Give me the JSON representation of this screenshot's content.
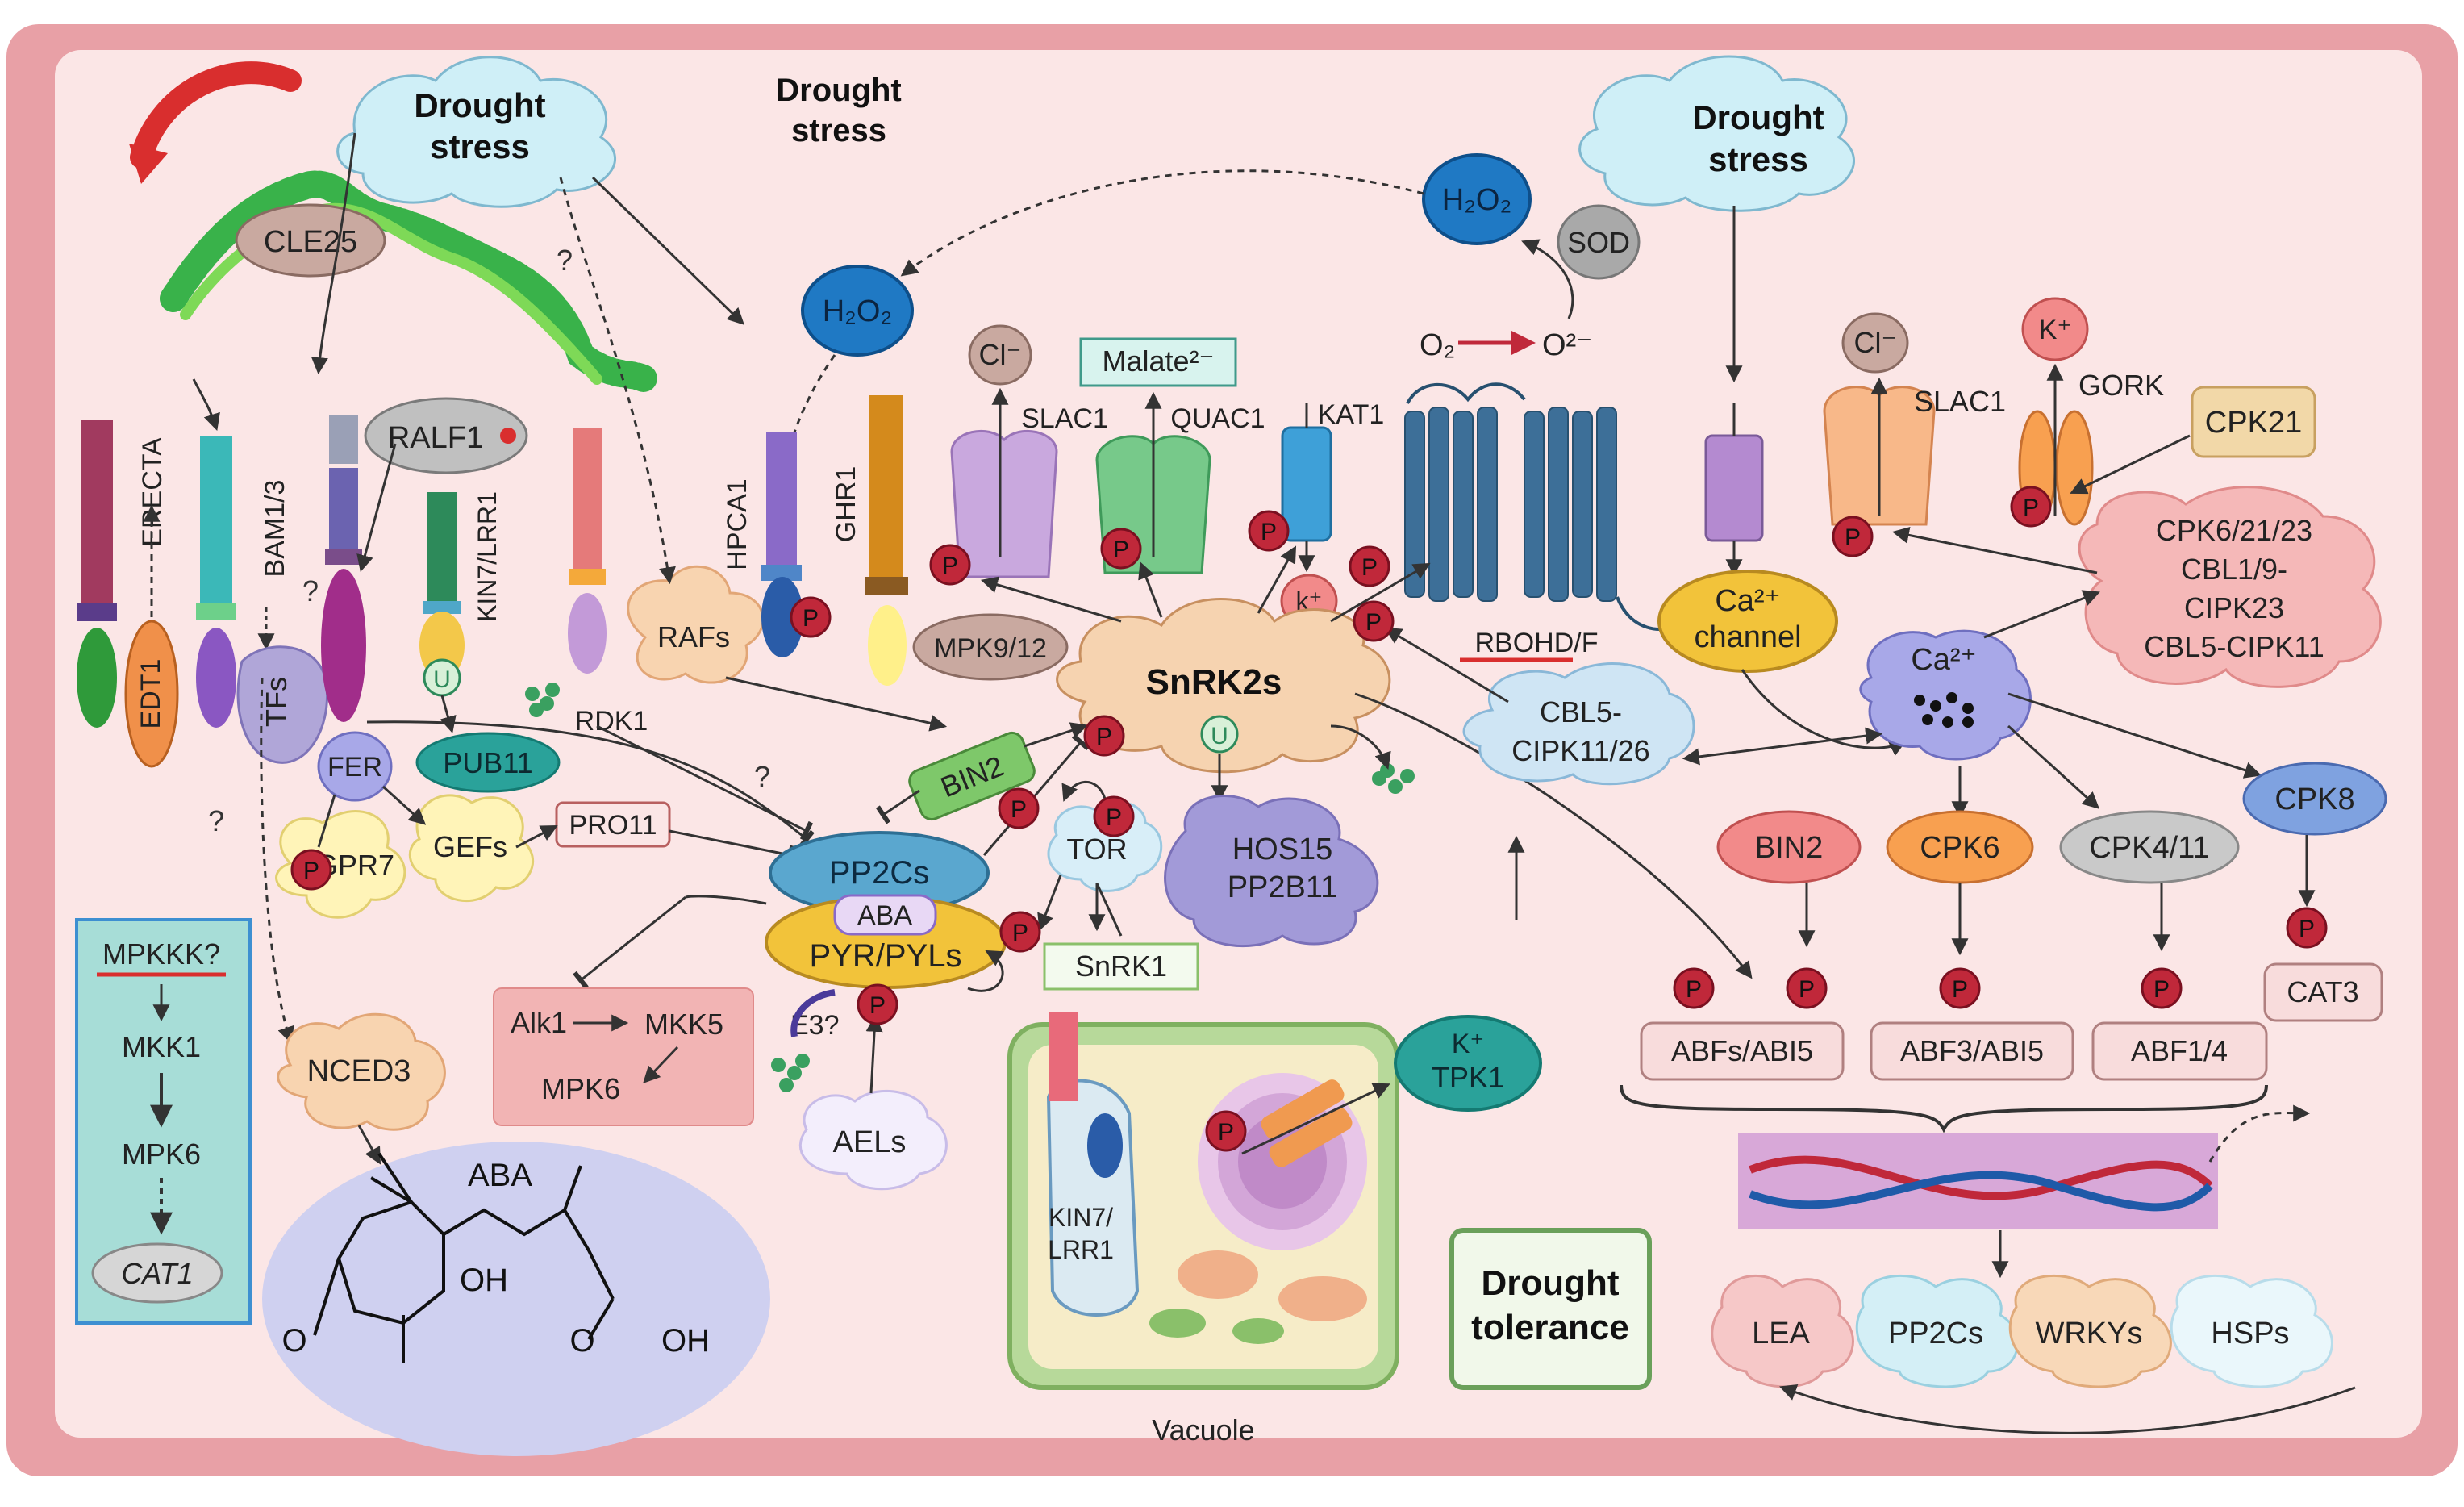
{
  "colors": {
    "frame": "#e8a0a6",
    "panel": "#fbe6e6",
    "cloud": "#cfeff7",
    "phospho": "#c0283a",
    "snrk2": "#f6d3b0",
    "pp2c": "#5aa7cf",
    "pyr": "#f2c33a",
    "membrane_blue": "#3d6f98",
    "h2o2": "#1f79c4",
    "aba_oval": "#cfd0f0"
  },
  "icons": [
    "peptide-icon",
    "cloud-icon",
    "receptor-icon",
    "channel-icon",
    "nadph-oxidase-icon",
    "dna-icon",
    "plant-cell-icon",
    "phosphate-icon",
    "ubiquitin-icon"
  ],
  "stress": {
    "left": [
      "Drought",
      "stress"
    ],
    "middle": [
      "Drought",
      "stress"
    ],
    "right": [
      "Drought",
      "stress"
    ]
  },
  "receptors": {
    "cle25": "CLE25",
    "erecta": "ERECTA",
    "edt1": "EDT1",
    "bam": "BAM1/3",
    "tfs": "TFs",
    "ralf1": "RALF1",
    "kin7": "KIN7/LRR1",
    "fer": "FER",
    "pub11": "PUB11",
    "u": "U",
    "rdk1": "RDK1",
    "rafs": "RAFs",
    "gpr7": "GPR7",
    "gefs": "GEFs",
    "pro11": "PRO11",
    "nced3": "NCED3",
    "q1": "?",
    "q2": "?",
    "q3": "?",
    "q4": "?"
  },
  "mapk": {
    "mpkkk": "MPKKK?",
    "mkk1": "MKK1",
    "mpk6": "MPK6",
    "cat1": "CAT1"
  },
  "aba": {
    "label": "ABA",
    "oh": "OH",
    "o_left": "O",
    "o_right": "O",
    "oh_right": "OH"
  },
  "center": {
    "h2o2_left": "H₂O₂",
    "h2o2_right": "H₂O₂",
    "sod": "SOD",
    "o2": "O₂",
    "o2_super": "O²⁻",
    "hpca1": "HPCA1",
    "ghr1": "GHR1",
    "cl": "Cl⁻",
    "slac1": "SLAC1",
    "malate": "Malate²⁻",
    "quac1": "QUAC1",
    "kat1": "KAT1",
    "k": "k⁺",
    "rbohd": "RBOHD/F",
    "mpk912": "MPK9/12",
    "snrk2s": "SnRK2s",
    "bin2": "BIN2",
    "tor": "TOR",
    "hos15": "HOS15",
    "pp2b11": "PP2B11",
    "pp2cs": "PP2Cs",
    "aba": "ABA",
    "pyr": "PYR/PYLs",
    "snrk1": "SnRK1",
    "e3": "E3?",
    "aels": "AELs",
    "alk1": "Alk1",
    "mkk5": "MKK5",
    "mpk6": "MPK6",
    "kin7": "KIN7/",
    "lrr1": "LRR1",
    "vacuole": "Vacuole",
    "tpk1_k": "K⁺",
    "tpk1": "TPK1"
  },
  "right": {
    "ca_channel_1": "Ca²⁺",
    "ca_channel_2": "channel",
    "cl": "Cl⁻",
    "slac1": "SLAC1",
    "kplus": "K⁺",
    "gork": "GORK",
    "cpk21": "CPK21",
    "cpk_cluster": [
      "CPK6/21/23",
      "CBL1/9-",
      "CIPK23",
      "CBL5-CIPK11"
    ],
    "ca": "Ca²⁺",
    "cbl5": [
      "CBL5-",
      "CIPK11/26"
    ],
    "bin2": "BIN2",
    "cpk6": "CPK6",
    "cpk411": "CPK4/11",
    "cpk8": "CPK8",
    "abfs": "ABFs/ABI5",
    "abf3": "ABF3/ABI5",
    "abf14": "ABF1/4",
    "cat3": "CAT3",
    "lea": "LEA",
    "pp2cs": "PP2Cs",
    "wrkys": "WRKYs",
    "hsps": "HSPs",
    "tolerance": [
      "Drought",
      "tolerance"
    ]
  },
  "phospho_label": "P"
}
